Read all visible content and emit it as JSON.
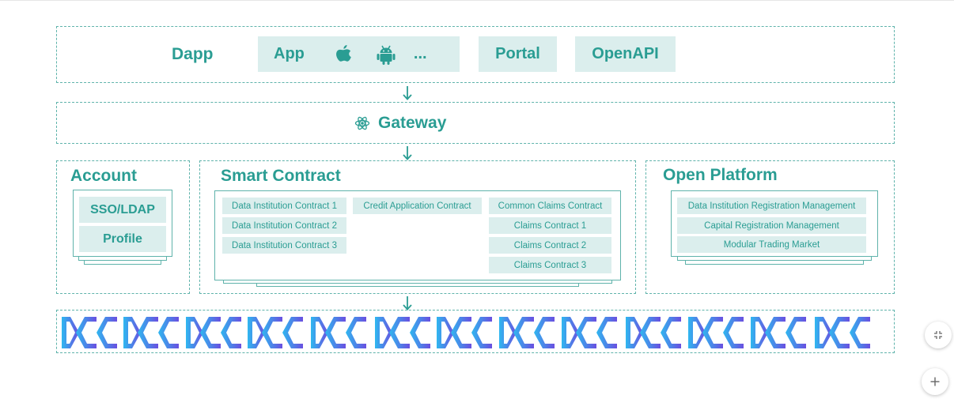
{
  "dapp": {
    "label": "Dapp",
    "app_label": "App",
    "app_more": "...",
    "portal_label": "Portal",
    "openapi_label": "OpenAPI"
  },
  "gateway": {
    "label": "Gateway"
  },
  "account": {
    "title": "Account",
    "items": [
      "SSO/LDAP",
      "Profile"
    ]
  },
  "smart_contract": {
    "title": "Smart Contract",
    "col1": [
      "Data Institution Contract 1",
      "Data Institution Contract 2",
      "Data Institution Contract 3"
    ],
    "col2": [
      "Credit Application Contract"
    ],
    "col3": [
      "Common Claims Contract",
      "Claims Contract 1",
      "Claims Contract 2",
      "Claims Contract 3"
    ]
  },
  "open_platform": {
    "title": "Open Platform",
    "items": [
      "Data Institution Registration Management",
      "Capital Registration Management",
      "Modular Trading Market"
    ]
  },
  "dcc_row": {
    "logo_text": "DCC",
    "count": 13
  },
  "colors": {
    "teal": "#2a9d93",
    "tile_bg": "#dbeeed",
    "dash": "#5fb3ab",
    "logo_start": "#2fb8f0",
    "logo_end": "#6a4fe0"
  },
  "controls": {
    "collapse_icon": "collapse-icon",
    "zoom_in_icon": "plus-icon"
  }
}
